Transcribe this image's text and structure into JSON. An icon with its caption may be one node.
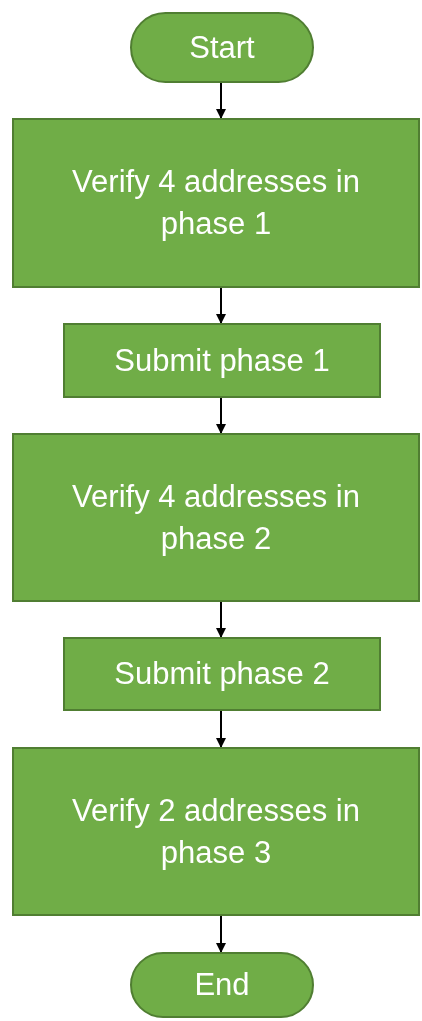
{
  "diagram": {
    "nodes": [
      {
        "text": [
          "Start"
        ]
      },
      {
        "text": [
          "Verify 4 addresses in phase 1"
        ]
      },
      {
        "text": [
          "Submit phase 1"
        ]
      },
      {
        "text": [
          "Verify 4 addresses in phase 2"
        ]
      },
      {
        "text": [
          "Submit phase 2"
        ]
      },
      {
        "text": [
          "Verify 2 addresses in phase 3"
        ]
      },
      {
        "text": [
          "End"
        ]
      }
    ],
    "edges": [
      {
        "from": 0,
        "to": 1,
        "arrow": "to"
      },
      {
        "from": 1,
        "to": 2,
        "arrow": "to"
      },
      {
        "from": 2,
        "to": 3,
        "arrow": "to"
      },
      {
        "from": 3,
        "to": 4,
        "arrow": "to"
      },
      {
        "from": 4,
        "to": 5,
        "arrow": "to"
      },
      {
        "from": 5,
        "to": 6,
        "arrow": "to"
      }
    ]
  }
}
